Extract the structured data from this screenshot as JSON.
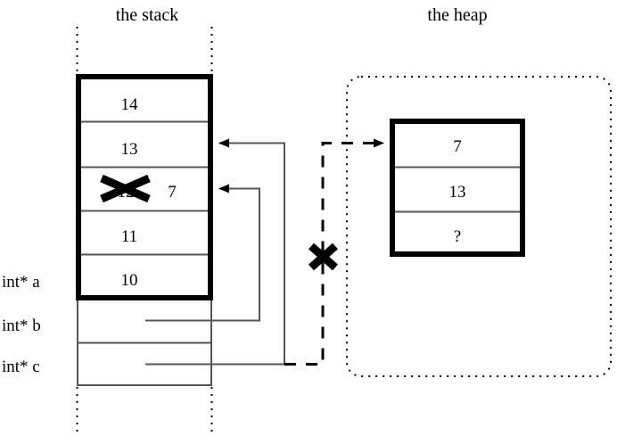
{
  "diagram": {
    "title_stack": "the stack",
    "title_heap": "the heap",
    "stack": {
      "frame_cells": [
        {
          "value": "14",
          "struck": false,
          "new_value": ""
        },
        {
          "value": "13",
          "struck": false,
          "new_value": ""
        },
        {
          "value": "12",
          "struck": true,
          "new_value": "7"
        },
        {
          "value": "11",
          "struck": false,
          "new_value": ""
        },
        {
          "value": "10",
          "struck": false,
          "new_value": ""
        }
      ],
      "pointer_cells": [
        {
          "label": "int* a",
          "value": ""
        },
        {
          "label": "int* b",
          "value": ""
        },
        {
          "label": "int* c",
          "value": ""
        }
      ]
    },
    "heap": {
      "cells": [
        {
          "value": "7"
        },
        {
          "value": "13"
        },
        {
          "value": "?"
        }
      ]
    },
    "marks": {
      "struck_stack_value": "12",
      "struck_pointer_note": "x",
      "dangling_pointer_x": "x"
    },
    "colors": {
      "ink": "#000000",
      "rule": "#555555",
      "background": "#ffffff"
    }
  }
}
